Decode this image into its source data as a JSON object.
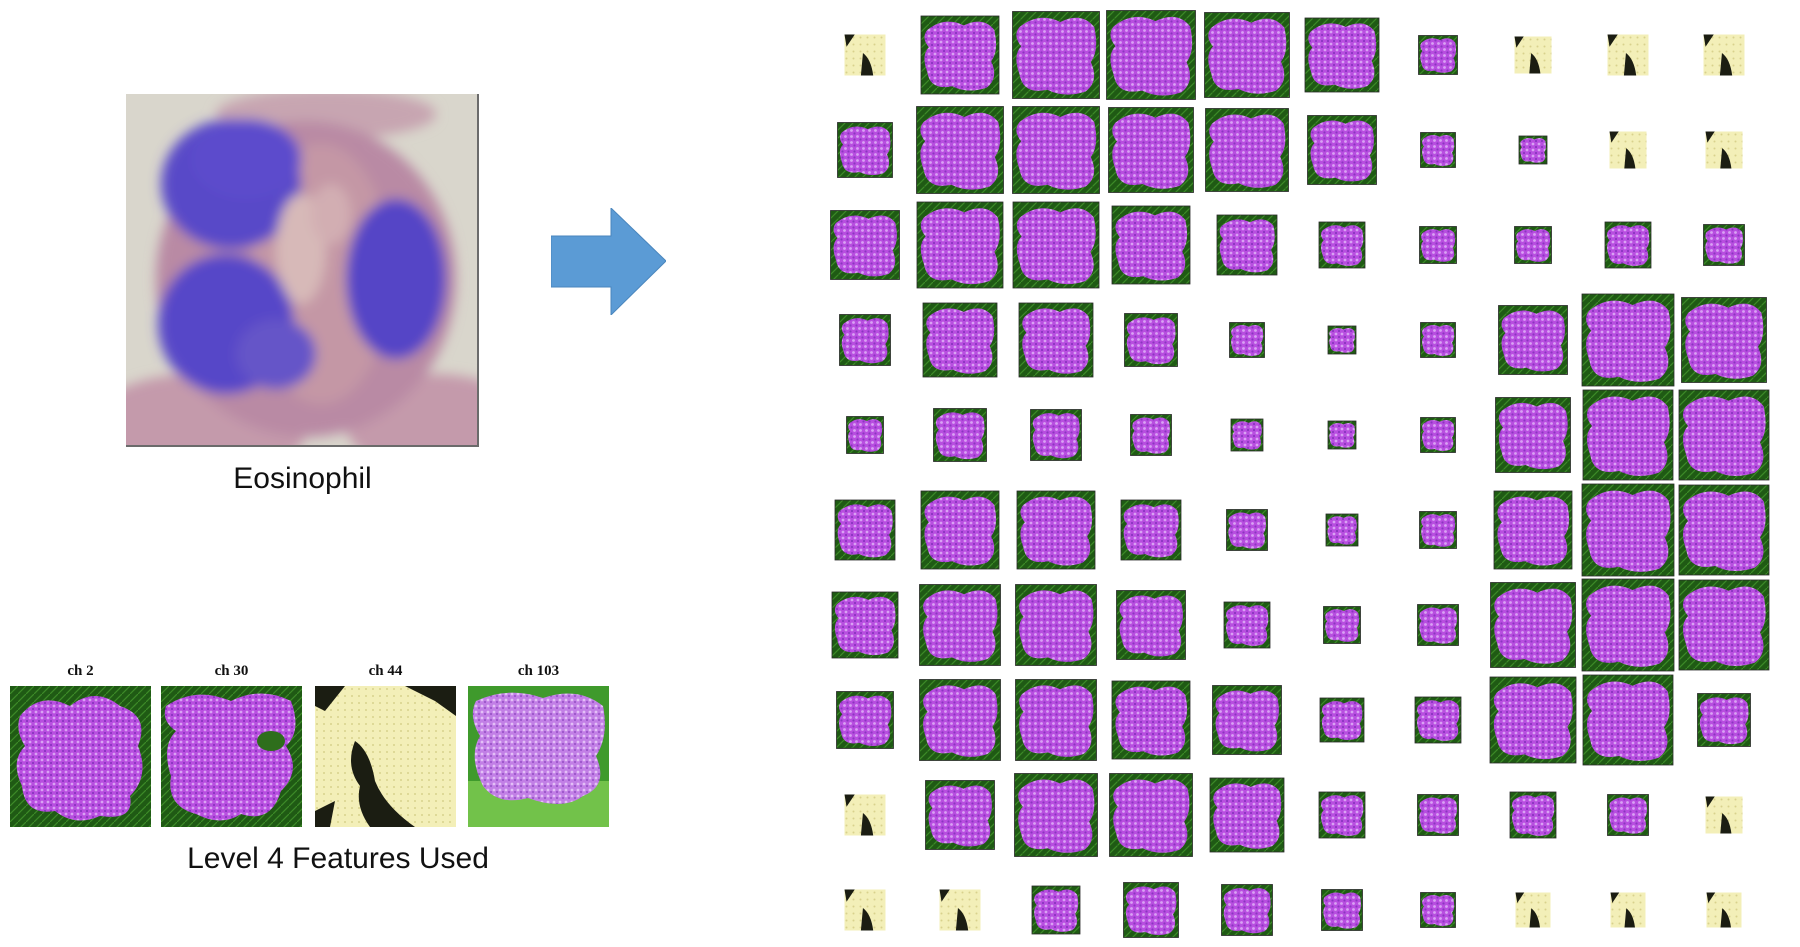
{
  "figure": {
    "cell_caption": "Eosinophil",
    "features_caption": "Level 4 Features Used",
    "features": [
      {
        "label": "ch 2",
        "style": "purple"
      },
      {
        "label": "ch 30",
        "style": "purple"
      },
      {
        "label": "ch 44",
        "style": "yellow"
      },
      {
        "label": "ch 103",
        "style": "purple-light"
      }
    ]
  },
  "grid": {
    "rows": 10,
    "cols": 10,
    "tile_types": [
      [
        "Y",
        "P",
        "P",
        "P",
        "P",
        "P",
        "P",
        "Y",
        "Y",
        "Y"
      ],
      [
        "P",
        "P",
        "P",
        "P",
        "P",
        "P",
        "P",
        "P",
        "Y",
        "Y"
      ],
      [
        "P",
        "P",
        "P",
        "P",
        "P",
        "P",
        "P",
        "P",
        "P",
        "P"
      ],
      [
        "P",
        "P",
        "P",
        "P",
        "P",
        "P",
        "P",
        "P",
        "P",
        "P"
      ],
      [
        "P",
        "P",
        "P",
        "P",
        "P",
        "P",
        "P",
        "P",
        "P",
        "P"
      ],
      [
        "P",
        "P",
        "P",
        "P",
        "P",
        "P",
        "P",
        "P",
        "P",
        "P"
      ],
      [
        "P",
        "P",
        "P",
        "P",
        "P",
        "P",
        "P",
        "P",
        "P",
        "P"
      ],
      [
        "P",
        "P",
        "P",
        "P",
        "P",
        "P",
        "P",
        "P",
        "P",
        "P"
      ],
      [
        "Y",
        "P",
        "P",
        "P",
        "P",
        "P",
        "P",
        "P",
        "P",
        "Y"
      ],
      [
        "Y",
        "Y",
        "P",
        "P",
        "P",
        "P",
        "P",
        "Y",
        "Y",
        "Y"
      ]
    ],
    "tile_levels": [
      [
        0.45,
        0.85,
        0.95,
        0.97,
        0.92,
        0.8,
        0.42,
        0.4,
        0.45,
        0.45
      ],
      [
        0.6,
        0.95,
        0.95,
        0.92,
        0.9,
        0.75,
        0.38,
        0.3,
        0.4,
        0.4
      ],
      [
        0.75,
        0.93,
        0.93,
        0.85,
        0.65,
        0.5,
        0.4,
        0.4,
        0.5,
        0.45
      ],
      [
        0.55,
        0.8,
        0.8,
        0.58,
        0.38,
        0.3,
        0.38,
        0.75,
        1.0,
        0.92
      ],
      [
        0.4,
        0.58,
        0.55,
        0.45,
        0.35,
        0.3,
        0.38,
        0.82,
        0.98,
        0.98
      ],
      [
        0.65,
        0.85,
        0.85,
        0.65,
        0.45,
        0.35,
        0.4,
        0.85,
        1.0,
        0.98
      ],
      [
        0.72,
        0.88,
        0.88,
        0.75,
        0.5,
        0.4,
        0.45,
        0.92,
        1.0,
        0.98
      ],
      [
        0.62,
        0.88,
        0.88,
        0.85,
        0.75,
        0.48,
        0.5,
        0.93,
        0.98,
        0.58
      ],
      [
        0.45,
        0.75,
        0.9,
        0.9,
        0.8,
        0.5,
        0.45,
        0.5,
        0.45,
        0.4
      ],
      [
        0.45,
        0.45,
        0.52,
        0.6,
        0.55,
        0.45,
        0.38,
        0.38,
        0.38,
        0.38
      ]
    ]
  },
  "colors": {
    "arrow": "#5b9bd5",
    "purple": "#b84ee0",
    "purple_light": "#c879ea",
    "green": "#1f5a14",
    "yellow": "#f3efb8",
    "dark": "#1b1d12"
  }
}
